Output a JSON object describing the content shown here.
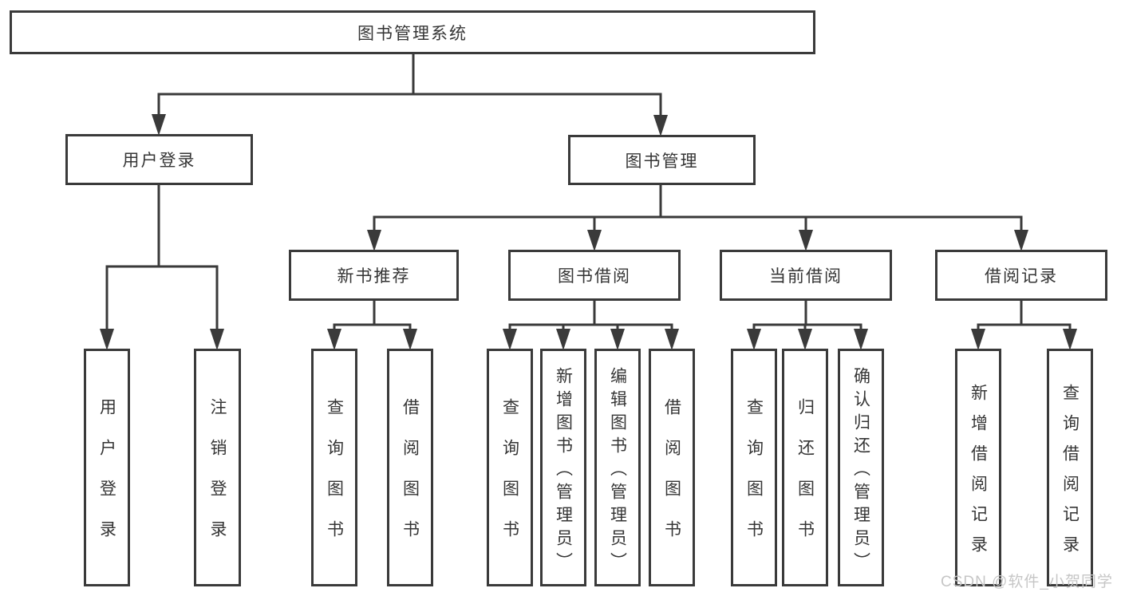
{
  "diagram_title": "图书管理系统",
  "colors": {
    "line": "#3a3a3a",
    "box_border": "#3a3a3a",
    "text": "#353535",
    "background": "#ffffff",
    "watermark": "#c6c6c6"
  },
  "nodes": {
    "root": "图书管理系统",
    "user_login": "用户登录",
    "book_mgmt": "图书管理",
    "new_books": "新书推荐",
    "book_borrow": "图书借阅",
    "current_borrow": "当前借阅",
    "borrow_records": "借阅记录",
    "leaf_user_login": "用户登录",
    "leaf_logout": "注销登录",
    "leaf_nb_query": "查询图书",
    "leaf_nb_borrow": "借阅图书",
    "leaf_bb_query": "查询图书",
    "leaf_bb_add": "新增图书（管理员）",
    "leaf_bb_edit": "编辑图书（管理员）",
    "leaf_bb_borrow": "借阅图书",
    "leaf_cb_query": "查询图书",
    "leaf_cb_return": "归还图书",
    "leaf_cb_confirm": "确认归还（管理员）",
    "leaf_br_add": "新增借阅记录",
    "leaf_br_query": "查询借阅记录"
  },
  "hierarchy": {
    "图书管理系统": {
      "用户登录": [
        "用户登录",
        "注销登录"
      ],
      "图书管理": {
        "新书推荐": [
          "查询图书",
          "借阅图书"
        ],
        "图书借阅": [
          "查询图书",
          "新增图书（管理员）",
          "编辑图书（管理员）",
          "借阅图书"
        ],
        "当前借阅": [
          "查询图书",
          "归还图书",
          "确认归还（管理员）"
        ],
        "借阅记录": [
          "新增借阅记录",
          "查询借阅记录"
        ]
      }
    }
  },
  "watermark": "CSDN @软件_小贺同学"
}
